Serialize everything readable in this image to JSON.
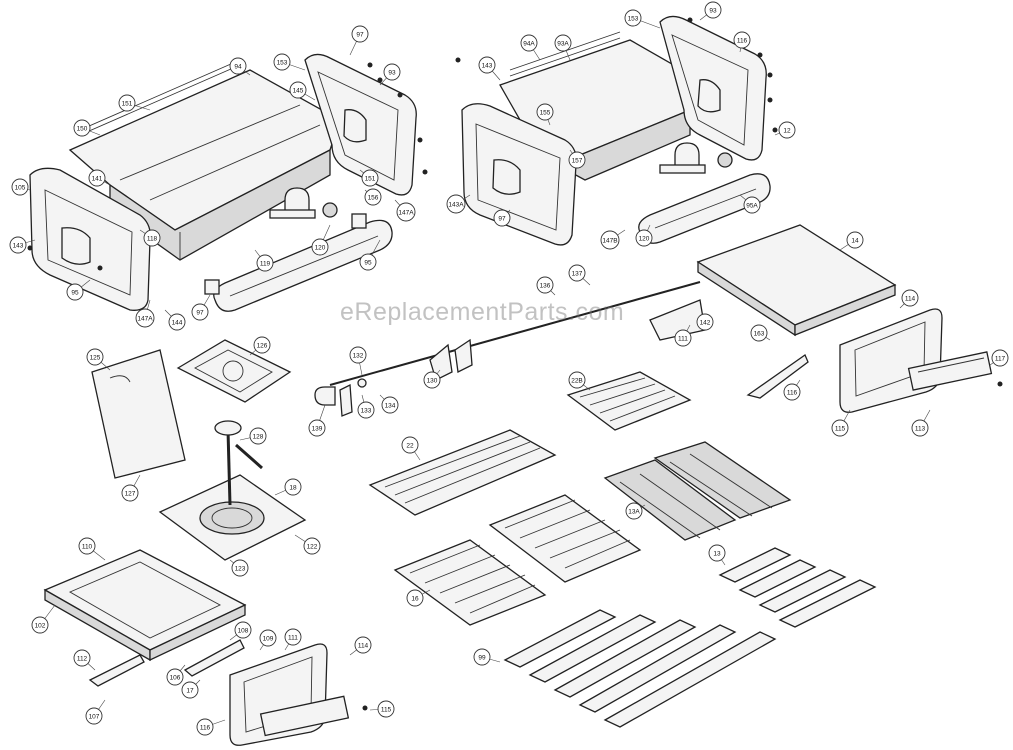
{
  "watermark": "eReplacementParts.com",
  "colors": {
    "line": "#222222",
    "fill": "#f4f4f4",
    "watermark": "#787878"
  },
  "callouts": [
    {
      "id": "c1",
      "label": "97"
    },
    {
      "id": "c2",
      "label": "94"
    },
    {
      "id": "c3",
      "label": "153"
    },
    {
      "id": "c4",
      "label": "93"
    },
    {
      "id": "c5",
      "label": "145"
    },
    {
      "id": "c6",
      "label": "151"
    },
    {
      "id": "c7",
      "label": "150"
    },
    {
      "id": "c8",
      "label": "141"
    },
    {
      "id": "c9",
      "label": "105"
    },
    {
      "id": "c10",
      "label": "143"
    },
    {
      "id": "c11",
      "label": "95"
    },
    {
      "id": "c12",
      "label": "147A"
    },
    {
      "id": "c13",
      "label": "144"
    },
    {
      "id": "c14",
      "label": "97"
    },
    {
      "id": "c15",
      "label": "118"
    },
    {
      "id": "c16",
      "label": "119"
    },
    {
      "id": "c17",
      "label": "120"
    },
    {
      "id": "c18",
      "label": "147A"
    },
    {
      "id": "c19",
      "label": "151"
    },
    {
      "id": "c20",
      "label": "156"
    },
    {
      "id": "c21",
      "label": "95"
    },
    {
      "id": "c22",
      "label": "94A"
    },
    {
      "id": "c23",
      "label": "93A"
    },
    {
      "id": "c24",
      "label": "143"
    },
    {
      "id": "c25",
      "label": "153"
    },
    {
      "id": "c26",
      "label": "93"
    },
    {
      "id": "c27",
      "label": "116"
    },
    {
      "id": "c28",
      "label": "143A"
    },
    {
      "id": "c29",
      "label": "157"
    },
    {
      "id": "c30",
      "label": "155"
    },
    {
      "id": "c31",
      "label": "97"
    },
    {
      "id": "c32",
      "label": "147B"
    },
    {
      "id": "c33",
      "label": "120"
    },
    {
      "id": "c34",
      "label": "95A"
    },
    {
      "id": "c35",
      "label": "12"
    },
    {
      "id": "c36",
      "label": "14"
    },
    {
      "id": "c37",
      "label": "137"
    },
    {
      "id": "c38",
      "label": "136"
    },
    {
      "id": "c39",
      "label": "111"
    },
    {
      "id": "c40",
      "label": "142"
    },
    {
      "id": "c41",
      "label": "163"
    },
    {
      "id": "c42",
      "label": "114"
    },
    {
      "id": "c43",
      "label": "117"
    },
    {
      "id": "c44",
      "label": "113"
    },
    {
      "id": "c45",
      "label": "115"
    },
    {
      "id": "c46",
      "label": "116"
    },
    {
      "id": "c47",
      "label": "132"
    },
    {
      "id": "c48",
      "label": "130"
    },
    {
      "id": "c49",
      "label": "133"
    },
    {
      "id": "c50",
      "label": "134"
    },
    {
      "id": "c51",
      "label": "139"
    },
    {
      "id": "c52",
      "label": "125"
    },
    {
      "id": "c53",
      "label": "126"
    },
    {
      "id": "c54",
      "label": "128"
    },
    {
      "id": "c55",
      "label": "18"
    },
    {
      "id": "c56",
      "label": "127"
    },
    {
      "id": "c57",
      "label": "122"
    },
    {
      "id": "c58",
      "label": "22"
    },
    {
      "id": "c59",
      "label": "22B"
    },
    {
      "id": "c60",
      "label": "13A"
    },
    {
      "id": "c61",
      "label": "13"
    },
    {
      "id": "c62",
      "label": "16"
    },
    {
      "id": "c63",
      "label": "110"
    },
    {
      "id": "c64",
      "label": "102"
    },
    {
      "id": "c65",
      "label": "112"
    },
    {
      "id": "c66",
      "label": "106"
    },
    {
      "id": "c67",
      "label": "107"
    },
    {
      "id": "c68",
      "label": "108"
    },
    {
      "id": "c69",
      "label": "109"
    },
    {
      "id": "c70",
      "label": "111"
    },
    {
      "id": "c71",
      "label": "114"
    },
    {
      "id": "c72",
      "label": "115"
    },
    {
      "id": "c73",
      "label": "116"
    },
    {
      "id": "c74",
      "label": "17"
    },
    {
      "id": "c75",
      "label": "99"
    },
    {
      "id": "c76",
      "label": "123"
    }
  ]
}
